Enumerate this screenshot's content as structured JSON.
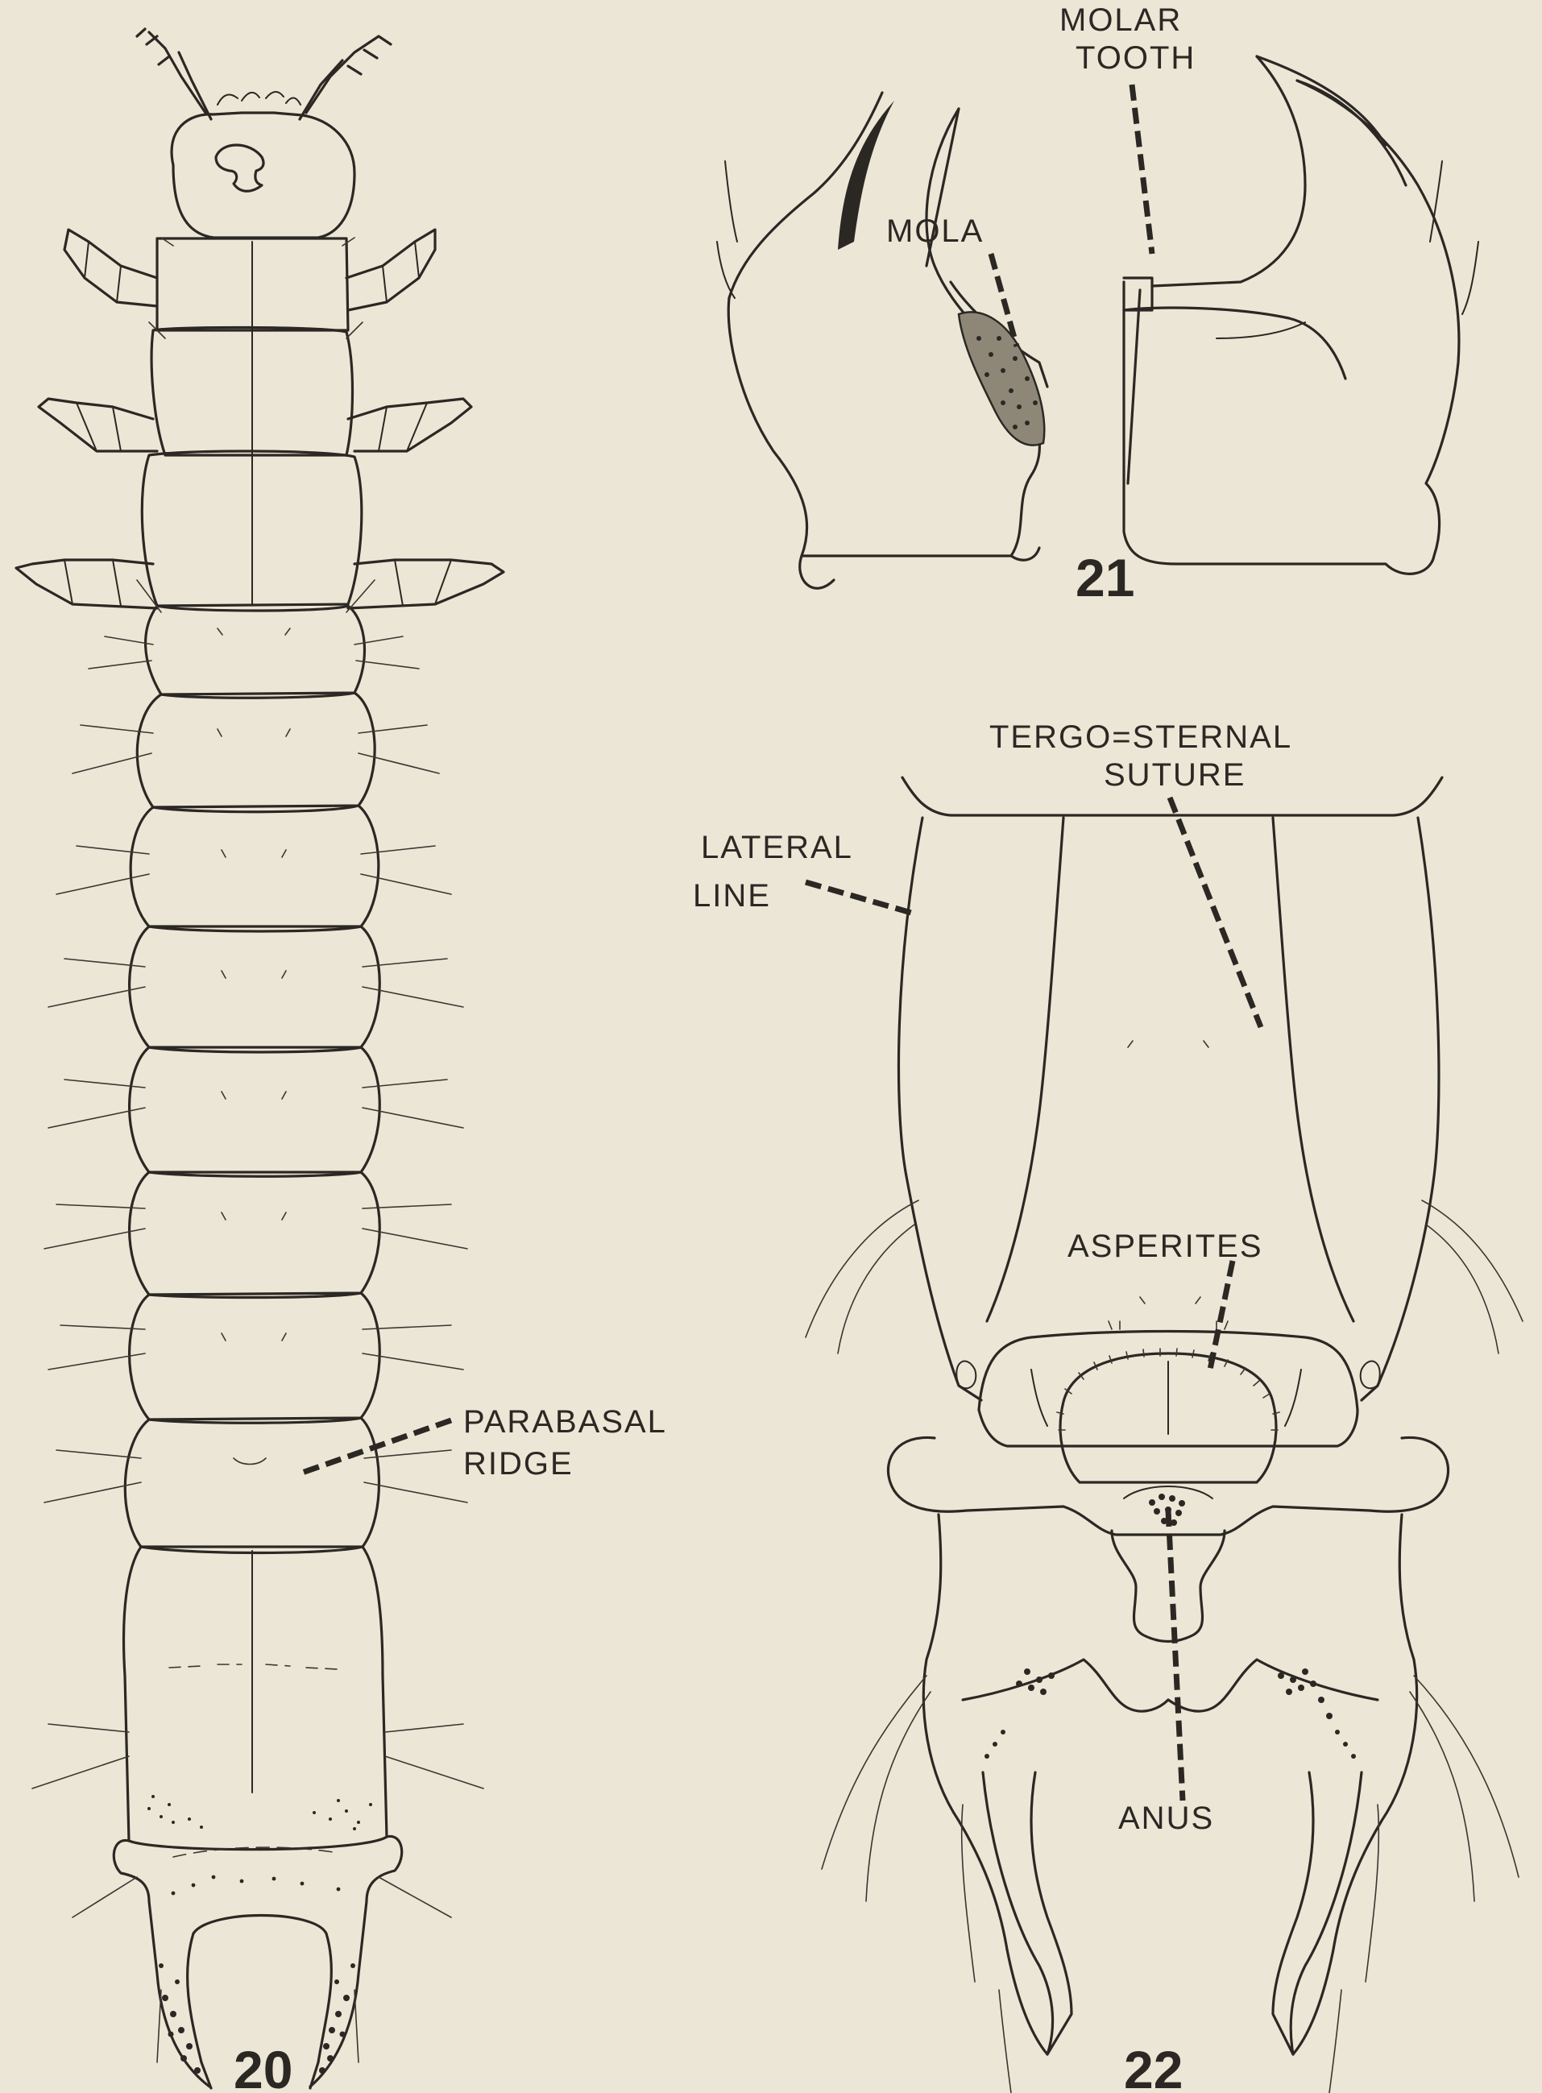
{
  "figure_numbers": [
    "20",
    "21",
    "22"
  ],
  "labels": {
    "molar_tooth": [
      "MOLAR",
      "TOOTH"
    ],
    "mola": "MOLA",
    "tergo_sternal_suture": [
      "TERGO=STERNAL",
      "SUTURE"
    ],
    "lateral_line": [
      "LATERAL",
      "LINE"
    ],
    "asperites": "ASPERITES",
    "parabasal_ridge": [
      "PARABASAL",
      "RIDGE"
    ],
    "anus": "ANUS"
  },
  "colors": {
    "paper": "#ece6d6",
    "ink": "#2b2824"
  }
}
